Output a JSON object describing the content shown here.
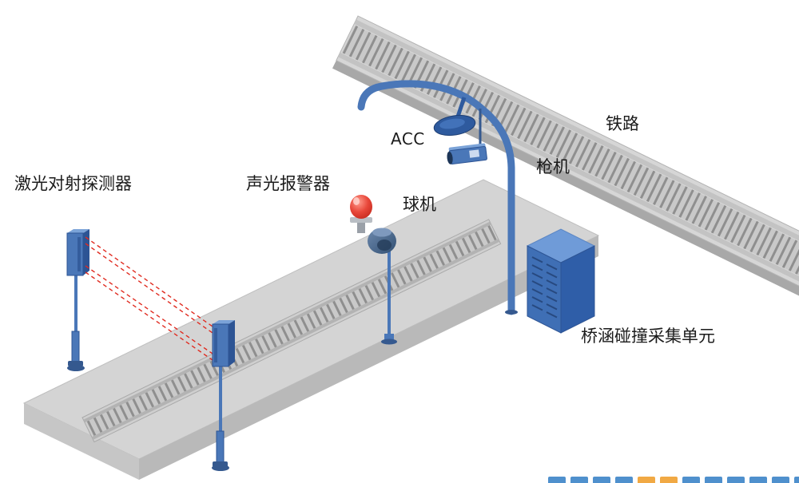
{
  "diagram": {
    "labels": {
      "laser_detector": "激光对射探测器",
      "audible_visual_alarm": "声光报警器",
      "acc": "ACC",
      "dome_camera": "球机",
      "bullet_camera": "枪机",
      "railway": "铁路",
      "collision_unit": "桥涵碰撞采集单元"
    },
    "colors": {
      "device_blue": "#4a77b8",
      "device_blue_dark": "#2d5494",
      "device_blue_deep": "#35598f",
      "device_blue_light": "#7ba3d8",
      "cabinet_front": "#3f6fb5",
      "cabinet_side": "#2f5ea8",
      "cabinet_top": "#6f9bd8",
      "disc_blue": "#2e5a9e",
      "alarm_red": "#d93025",
      "laser_red": "#e02b20",
      "platform_top": "#d4d4d4",
      "platform_front": "#b9b9b9",
      "platform_side": "#c6c6c6",
      "track_surface": "#d6d6d6",
      "track_tie": "#8f8f8f",
      "rail_gray": "#bdbdbd",
      "label_text": "#1b1b1b",
      "watermark_blue": "#3d85c8",
      "watermark_orange": "#f0a030"
    }
  }
}
